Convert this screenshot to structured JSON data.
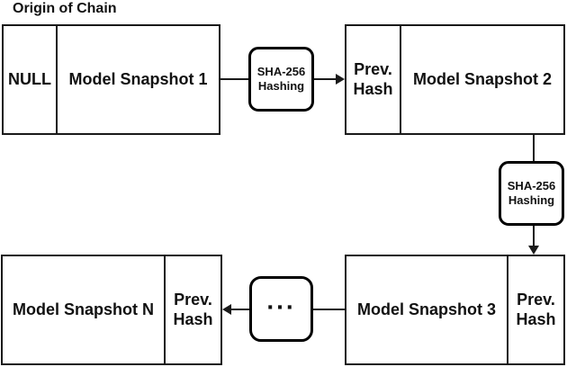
{
  "title": "Origin of Chain",
  "colors": {
    "line": "#1a1a1a",
    "node_border": "#000000",
    "text": "#111111",
    "background": "#ffffff"
  },
  "blocks": {
    "snapshot1": {
      "left_cell": "NULL",
      "main_cell": "Model Snapshot 1"
    },
    "snapshot2": {
      "left_cell": "Prev. Hash",
      "main_cell": "Model Snapshot 2"
    },
    "snapshot3": {
      "main_cell": "Model Snapshot 3",
      "right_cell": "Prev. Hash"
    },
    "snapshotN": {
      "main_cell": "Model Snapshot N",
      "right_cell": "Prev. Hash"
    }
  },
  "hash_nodes": {
    "hash1": {
      "line1": "SHA-256",
      "line2": "Hashing"
    },
    "hash2": {
      "line1": "SHA-256",
      "line2": "Hashing"
    }
  },
  "ellipsis_node": {
    "label": "..."
  }
}
